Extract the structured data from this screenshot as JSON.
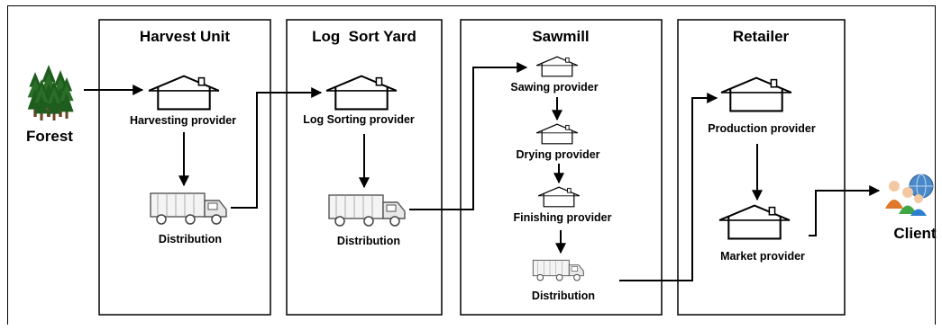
{
  "stages": [
    {
      "title": "Harvest Unit"
    },
    {
      "title": "Log  Sort Yard"
    },
    {
      "title": "Sawmill"
    },
    {
      "title": "Retailer"
    }
  ],
  "endpoints": {
    "source": "Forest",
    "sink": "Client"
  },
  "nodes": {
    "harvesting_provider": "Harvesting provider",
    "harvest_distribution": "Distribution",
    "log_sorting_provider": "Log Sorting provider",
    "logsort_distribution": "Distribution",
    "sawing_provider": "Sawing provider",
    "drying_provider": "Drying provider",
    "finishing_provider": "Finishing provider",
    "sawmill_distribution": "Distribution",
    "production_provider": "Production provider",
    "market_provider": "Market provider"
  },
  "icons": {
    "forest": "pine-trees-icon",
    "provider": "house-icon",
    "distribution": "truck-icon",
    "client": "people-globe-icon"
  },
  "colors": {
    "line": "#000000",
    "tree_dark": "#1f5d1f",
    "tree_light": "#3f8f3a",
    "trunk": "#6b4423"
  }
}
